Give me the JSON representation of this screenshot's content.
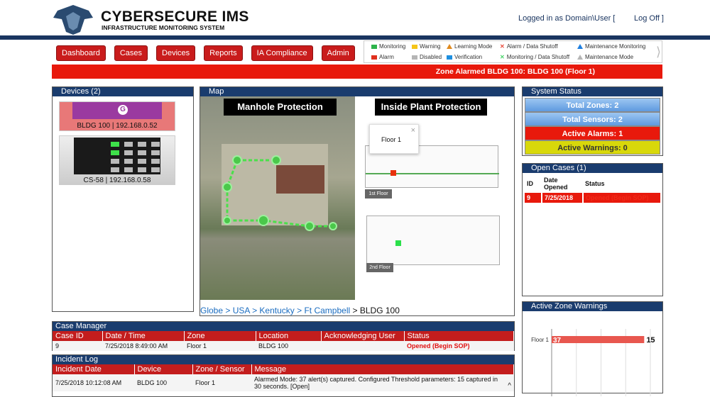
{
  "header": {
    "logo_title": "CYBERSECURE IMS",
    "logo_subtitle": "INFRASTRUCTURE MONITORING SYSTEM",
    "user_text": "Logged in as Domain\\User [",
    "logoff": "Log Off ]"
  },
  "nav": [
    "Dashboard",
    "Cases",
    "Devices",
    "Reports",
    "IA Compliance",
    "Admin"
  ],
  "legend": [
    {
      "label": "Monitoring",
      "color": "#2db34a",
      "shape": "square"
    },
    {
      "label": "Warning",
      "color": "#f5c518",
      "shape": "square"
    },
    {
      "label": "Learning Mode",
      "color": "#e08a1e",
      "shape": "triangle"
    },
    {
      "label": "Alarm / Data Shutoff",
      "color": "#e84a3a",
      "shape": "x"
    },
    {
      "label": "Maintenance Monitoring",
      "color": "#1e7fe0",
      "shape": "triangle"
    },
    {
      "label": "Alarm",
      "color": "#e0301e",
      "shape": "square"
    },
    {
      "label": "Disabled",
      "color": "#b5b5b5",
      "shape": "square"
    },
    {
      "label": "Verification",
      "color": "#1e8fe0",
      "shape": "square"
    },
    {
      "label": "Monitoring / Data Shutoff",
      "color": "#4ad46a",
      "shape": "x"
    },
    {
      "label": "Maintenance Mode",
      "color": "#b5b5b5",
      "shape": "triangle"
    }
  ],
  "banner": "Zone Alarmed  BLDG 100: BLDG 100 (Floor 1)",
  "devices": {
    "title": "Devices (2)",
    "items": [
      {
        "label": "BLDG 100 | 192.168.0.52",
        "status": "alarm"
      },
      {
        "label": "CS-58 | 192.168.0.58",
        "status": "normal"
      }
    ]
  },
  "map": {
    "title": "Map",
    "left_label": "Manhole Protection",
    "right_label": "Inside Plant Protection",
    "popup": "Floor 1",
    "popup_close": "×",
    "floor1": "1st Floor",
    "floor2": "2nd Floor",
    "breadcrumb": [
      "Globe",
      "USA",
      "Kentucky",
      "Ft Campbell"
    ],
    "breadcrumb_sep": " > ",
    "breadcrumb_current": "BLDG 100"
  },
  "system_status": {
    "title": "System Status",
    "rows": [
      {
        "label": "Total Zones: 2",
        "color": "#6fa8e6"
      },
      {
        "label": "Total Sensors: 2",
        "color": "#6fa8e6"
      },
      {
        "label": "Active Alarms: 1",
        "color": "#e8190c"
      },
      {
        "label": "Active Warnings: 0",
        "color": "#d8d80a"
      }
    ]
  },
  "open_cases": {
    "title": "Open Cases (1)",
    "headers": [
      "ID",
      "Date Opened",
      "Status"
    ],
    "rows": [
      [
        "9",
        "7/25/2018",
        "Opened (Begin SOP)"
      ]
    ]
  },
  "case_manager": {
    "title": "Case Manager",
    "headers": [
      "Case ID",
      "Date / Time",
      "Zone",
      "Location",
      "Acknowledging User",
      "Status"
    ],
    "rows": [
      [
        "9",
        "7/25/2018 8:49:00 AM",
        "Floor 1",
        "BLDG 100",
        "",
        "Opened (Begin SOP)"
      ]
    ]
  },
  "incident_log": {
    "title": "Incident Log",
    "headers": [
      "Incident Date",
      "Device",
      "Zone / Sensor",
      "Message"
    ],
    "rows": [
      [
        "7/25/2018 10:12:08 AM",
        "BLDG 100",
        "Floor 1",
        "Alarmed Mode: 37 alert(s) captured. Configured Threshold parameters: 15 captured in 30 seconds. [Open]"
      ]
    ]
  },
  "chart_data": {
    "type": "bar",
    "orientation": "horizontal",
    "title": "Active Zone Warnings",
    "categories": [
      "Floor 1"
    ],
    "values": [
      15
    ],
    "bar_labels": [
      "37"
    ],
    "value_labels": [
      "15"
    ],
    "xlim": [
      0,
      16
    ],
    "grid": true,
    "bar_color": "#e8574f"
  }
}
